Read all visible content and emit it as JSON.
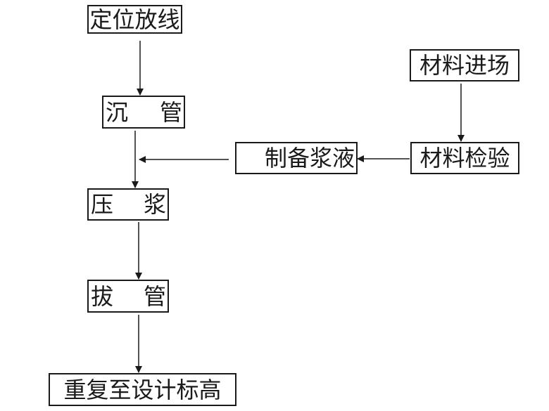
{
  "diagram": {
    "type": "flowchart",
    "nodes": [
      {
        "id": "dingweifangxian",
        "label": "定位放线"
      },
      {
        "id": "chenguan",
        "label": "沉管",
        "chars": [
          "沉",
          "管"
        ]
      },
      {
        "id": "yajiang",
        "label": "压浆",
        "chars": [
          "压",
          "浆"
        ]
      },
      {
        "id": "baguan",
        "label": "拔管",
        "chars": [
          "拔",
          "管"
        ]
      },
      {
        "id": "chongfu",
        "label": "重复至设计标高"
      },
      {
        "id": "cailiaojinchang",
        "label": "材料进场"
      },
      {
        "id": "cailiaojianyan",
        "label": "材料检验"
      },
      {
        "id": "zhibeijiangye",
        "label": "制备浆液"
      }
    ],
    "edges": [
      {
        "from": "定位放线",
        "to": "沉管"
      },
      {
        "from": "沉管",
        "to": "压浆"
      },
      {
        "from": "制备浆液",
        "to": "沉管→压浆 line"
      },
      {
        "from": "压浆",
        "to": "拔管"
      },
      {
        "from": "拔管",
        "to": "重复至设计标高"
      },
      {
        "from": "材料进场",
        "to": "材料检验"
      },
      {
        "from": "材料检验",
        "to": "制备浆液"
      }
    ]
  },
  "colors": {
    "line": "#1a1a1a",
    "background": "#ffffff"
  }
}
